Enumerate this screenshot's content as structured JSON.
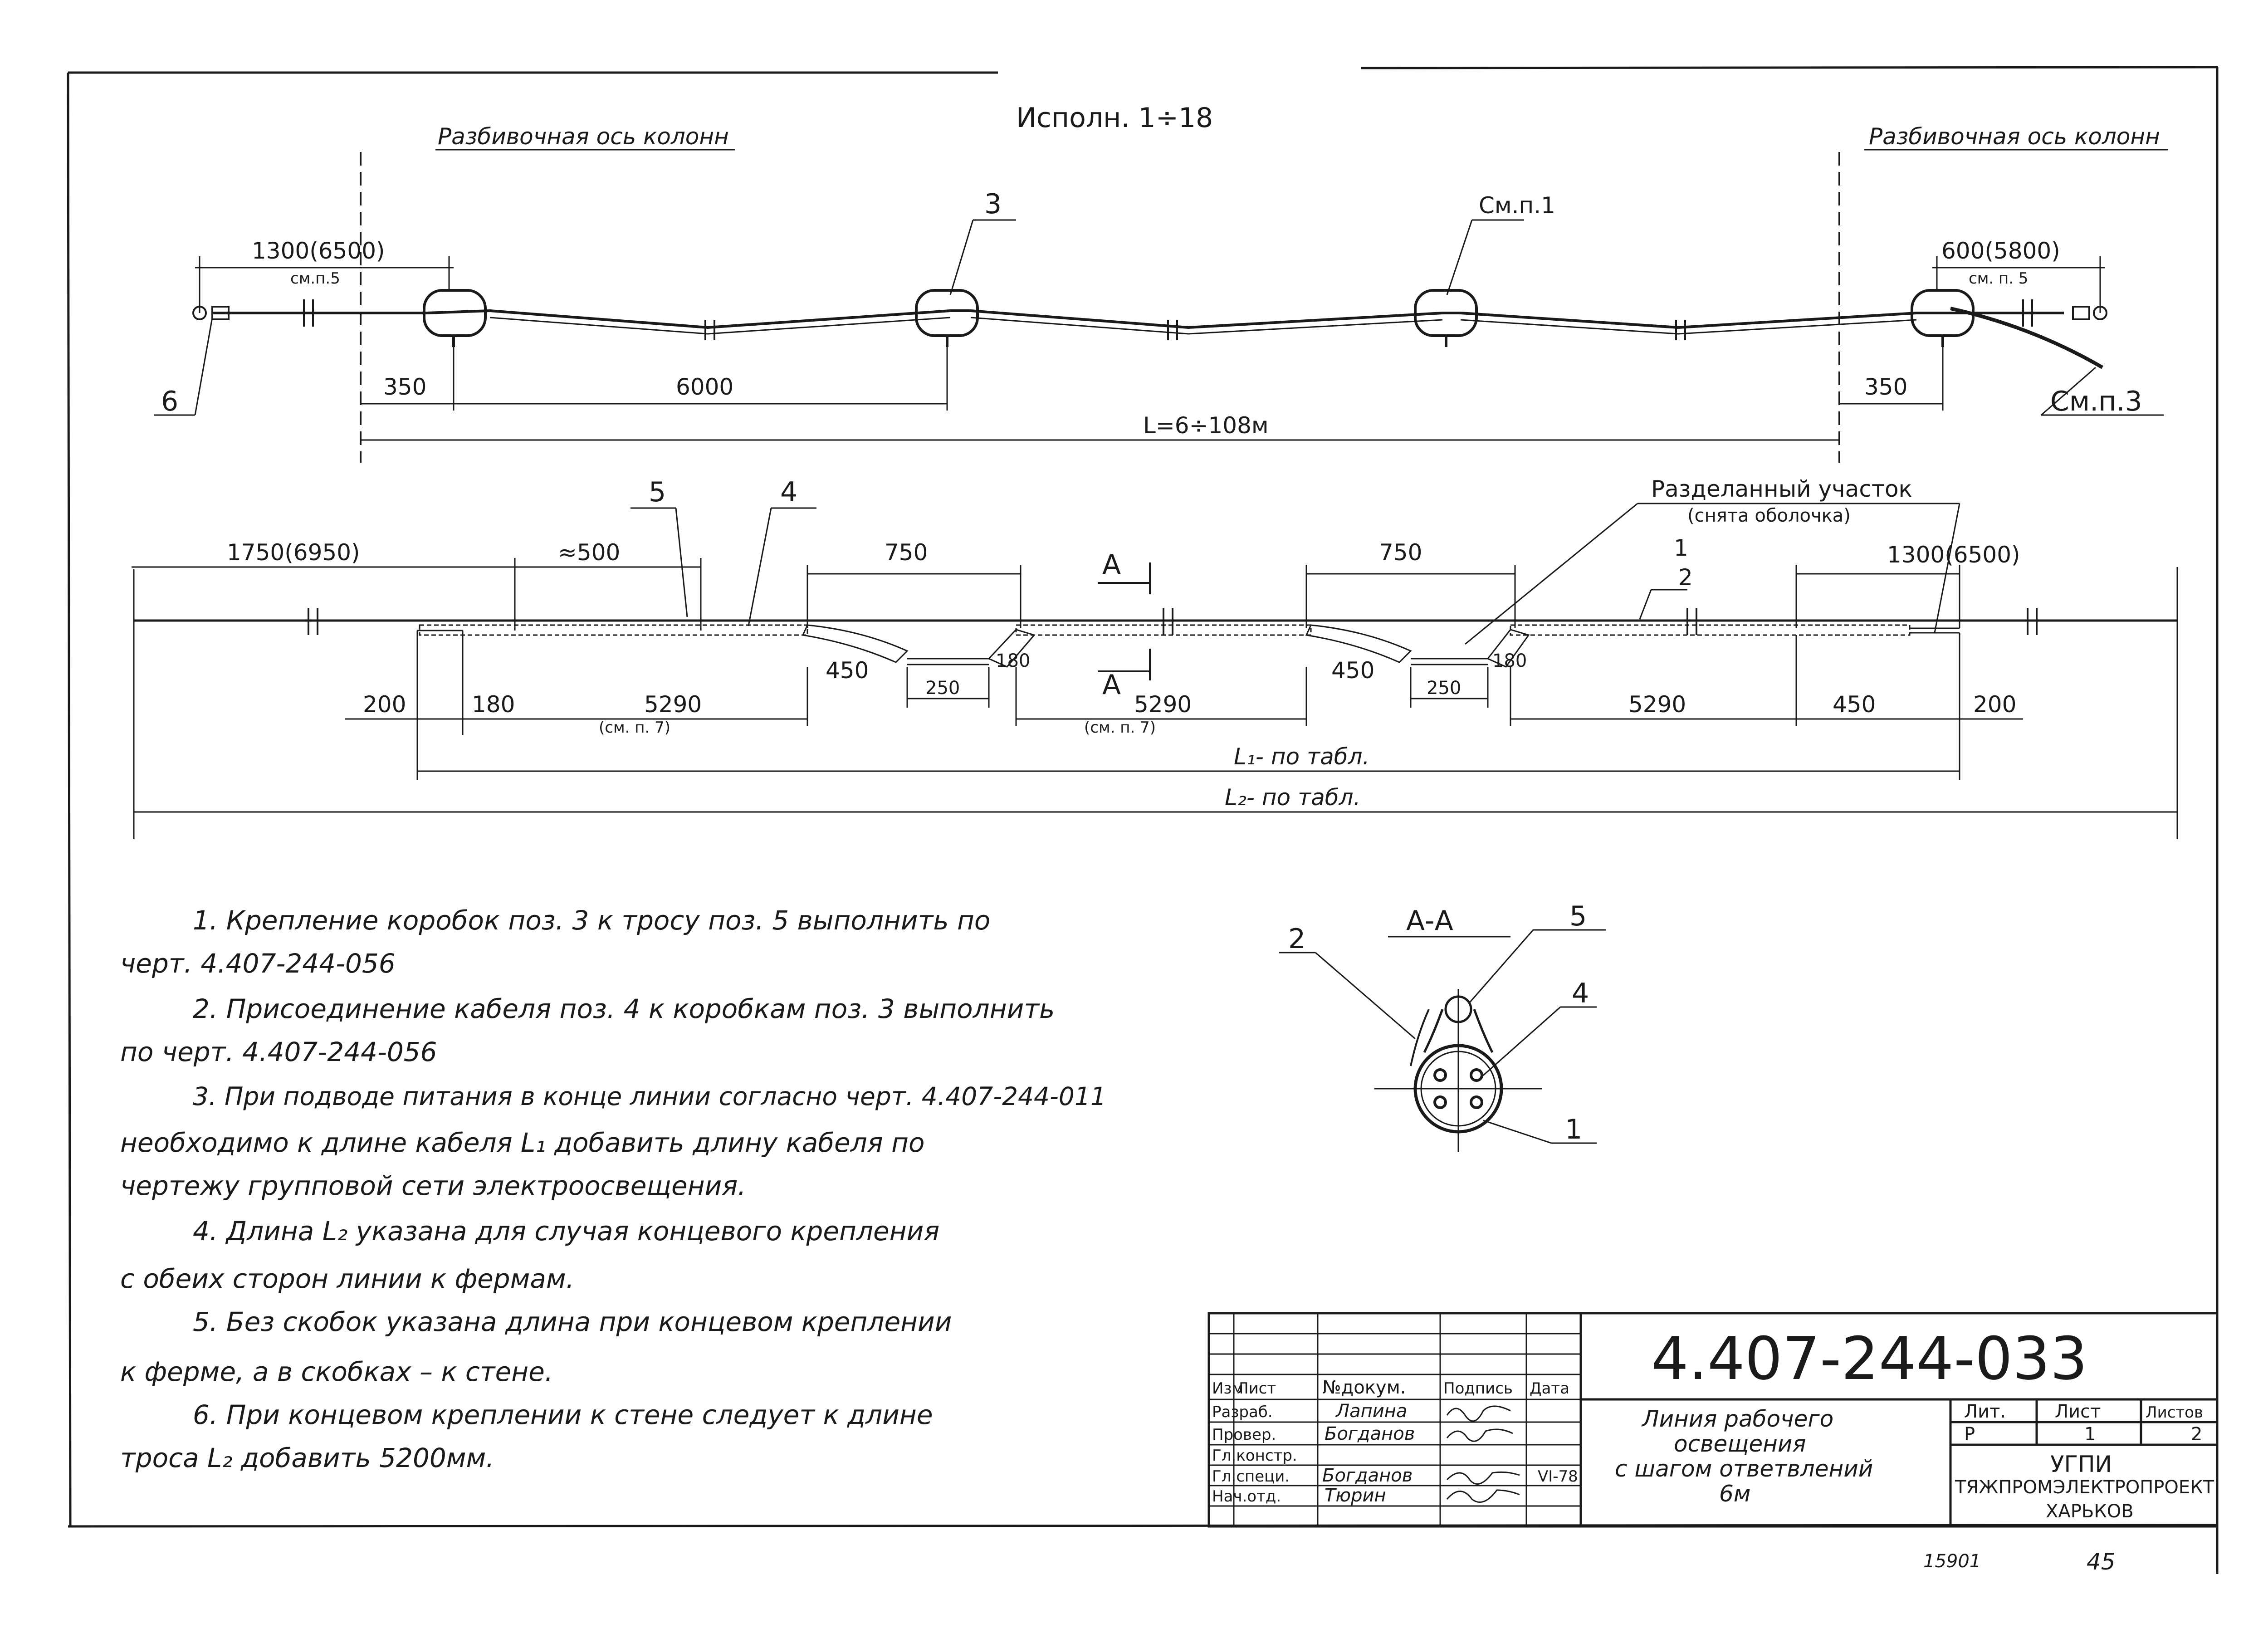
{
  "header": {
    "variant": "Исполн. 1÷18",
    "axis_left": "Разбивочная ось колонн",
    "axis_right": "Разбивочная ось колонн"
  },
  "plan": {
    "dim_left_top": "1300(6500)",
    "dim_left_note": "см.п.5",
    "dim_right_top": "600(5800)",
    "dim_right_note": "см. п. 5",
    "dim_350_left": "350",
    "dim_6000": "6000",
    "dim_350_right": "350",
    "dim_total": "L=6÷108м",
    "label_6": "6",
    "label_3": "3",
    "label_cm1": "См.п.1",
    "label_cm3": "См.п.3"
  },
  "section": {
    "label_5": "5",
    "label_4": "4",
    "label_1": "1",
    "label_2": "2",
    "split_title": "Разделанный участок",
    "split_sub": "(снята оболочка)",
    "dim_1750": "1750(6950)",
    "dim_500": "≈500",
    "dim_750_a": "750",
    "dim_750_b": "750",
    "dim_1300": "1300(6500)",
    "cut_a_top": "А",
    "cut_a_bot": "А",
    "dim_450_a": "450",
    "dim_250_a": "250",
    "dim_180_a": "180",
    "dim_450_b": "450",
    "dim_250_b": "250",
    "dim_180_b": "180",
    "dim_200_left": "200",
    "dim_180_left": "180",
    "dim_5290_a": "5290",
    "dim_5290_a_note": "(см. п. 7)",
    "dim_5290_b": "5290",
    "dim_5290_b_note": "(см. п. 7)",
    "dim_5290_c": "5290",
    "dim_450_c": "450",
    "dim_200_right": "200",
    "dim_L1": "L₁- по табл.",
    "dim_L2": "L₂- по табл."
  },
  "cross_section": {
    "title": "А-А",
    "callout_2": "2",
    "callout_5": "5",
    "callout_4": "4",
    "callout_1": "1"
  },
  "notes": [
    "1. Крепление коробок поз. 3 к тросу поз. 5 выполнить по",
    "черт. 4.407-244-056",
    "2. Присоединение кабеля поз. 4 к коробкам поз. 3 выполнить",
    "по черт. 4.407-244-056",
    "3. При подводе питания в конце линии согласно черт. 4.407-244-011",
    "необходимо к длине кабеля L₁ добавить длину кабеля по",
    "чертежу групповой сети электроосвещения.",
    "4. Длина L₂ указана для случая концевого крепления",
    "с обеих сторон линии к фермам.",
    "5. Без скобок указана длина при концевом креплении",
    "к ферме, а в скобках – к стене.",
    "6. При концевом креплении к стене следует к длине",
    "троса L₂ добавить 5200мм."
  ],
  "title_block": {
    "code": "4.407-244-033",
    "col_izm": "Изм",
    "col_list": "Лист",
    "col_doc": "№докум.",
    "col_sign": "Подпись",
    "col_date": "Дата",
    "rows": [
      {
        "role": "Разраб.",
        "name": "Лапина"
      },
      {
        "role": "Провер.",
        "name": "Богданов"
      },
      {
        "role": "Гл.констр.",
        "name": ""
      },
      {
        "role": "Гл.специ.",
        "name": "Богданов"
      },
      {
        "role": "Нач.отд.",
        "name": "Тюрин"
      }
    ],
    "date": "VI-78",
    "title_line1": "Линия рабочего",
    "title_line2": "освещения",
    "title_line3": "с шагом ответвлений",
    "title_line4": "6м",
    "lit_label": "Лит.",
    "sheet_label": "Лист",
    "sheets_label": "Листов",
    "lit_value": "Р",
    "sheet_value": "1",
    "sheets_value": "2",
    "org_line1": "УГПИ",
    "org_line2": "ТЯЖПРОМЭЛЕКТРОПРОЕКТ",
    "org_line3": "ХАРЬКОВ"
  },
  "margin": {
    "inv_number": "15901",
    "page_number": "45"
  }
}
